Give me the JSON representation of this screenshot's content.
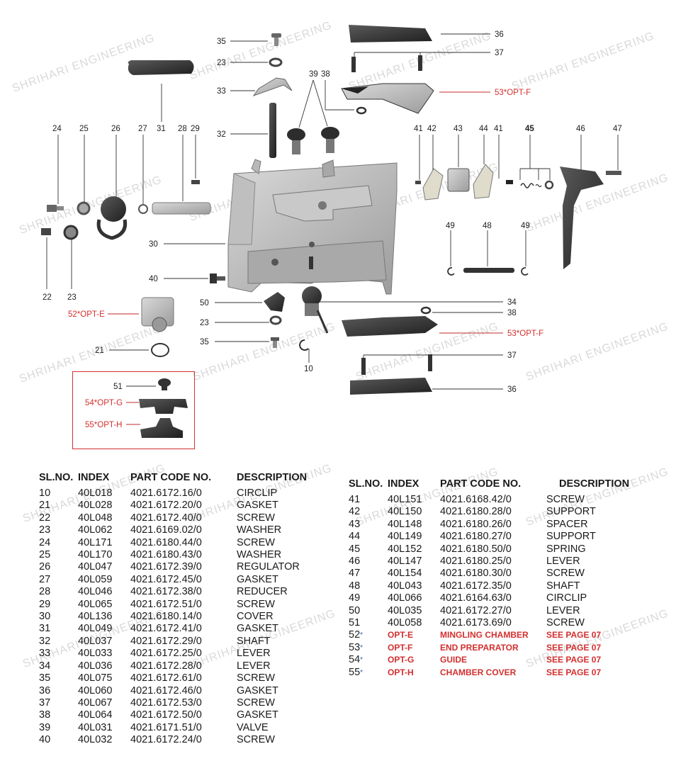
{
  "watermark": "SHRIHARI ENGINEERING",
  "colors": {
    "accent_red": "#d32f2f",
    "star_blue": "#1e63c8",
    "text": "#1a1a1a"
  },
  "callouts": {
    "n10": "10",
    "n21": "21",
    "n22": "22",
    "n23a": "23",
    "n23b": "23",
    "n23c": "23",
    "n24": "24",
    "n25": "25",
    "n26": "26",
    "n27": "27",
    "n28": "28",
    "n29": "29",
    "n30": "30",
    "n31": "31",
    "n32": "32",
    "n33": "33",
    "n34": "34",
    "n35a": "35",
    "n35b": "35",
    "n36a": "36",
    "n36b": "36",
    "n37a": "37",
    "n37b": "37",
    "n38a": "38",
    "n38b": "38",
    "n39": "39",
    "n40": "40",
    "n41a": "41",
    "n41b": "41",
    "n42": "42",
    "n43": "43",
    "n44": "44",
    "n45": "45",
    "n46": "46",
    "n47": "47",
    "n48": "48",
    "n49a": "49",
    "n49b": "49",
    "n50": "50",
    "n51": "51",
    "opt_e": "52*OPT-E",
    "opt_f_top": "53*OPT-F",
    "opt_f_bottom": "53*OPT-F",
    "opt_g": "54*OPT-G",
    "opt_h": "55*OPT-H"
  },
  "table_headers": {
    "slno": "SL.NO.",
    "index": "INDEX",
    "code": "PART CODE NO.",
    "desc": "DESCRIPTION"
  },
  "left_rows": [
    {
      "sl": "10",
      "index": "40L018",
      "code": "4021.6172.16/0",
      "desc": "CIRCLIP"
    },
    {
      "sl": "21",
      "index": "40L028",
      "code": "4021.6172.20/0",
      "desc": "GASKET"
    },
    {
      "sl": "22",
      "index": "40L048",
      "code": "4021.6172.40/0",
      "desc": "SCREW"
    },
    {
      "sl": "23",
      "index": "40L062",
      "code": "4021.6169.02/0",
      "desc": "WASHER"
    },
    {
      "sl": "24",
      "index": "40L171",
      "code": "4021.6180.44/0",
      "desc": "SCREW"
    },
    {
      "sl": "25",
      "index": "40L170",
      "code": "4021.6180.43/0",
      "desc": "WASHER"
    },
    {
      "sl": "26",
      "index": "40L047",
      "code": "4021.6172.39/0",
      "desc": "REGULATOR"
    },
    {
      "sl": "27",
      "index": "40L059",
      "code": "4021.6172.45/0",
      "desc": "GASKET"
    },
    {
      "sl": "28",
      "index": "40L046",
      "code": "4021.6172.38/0",
      "desc": "REDUCER"
    },
    {
      "sl": "29",
      "index": "40L065",
      "code": "4021.6172.51/0",
      "desc": "SCREW"
    },
    {
      "sl": "30",
      "index": "40L136",
      "code": "4021.6180.14/0",
      "desc": "COVER"
    },
    {
      "sl": "31",
      "index": "40L049",
      "code": "4021.6172.41/0",
      "desc": "GASKET"
    },
    {
      "sl": "32",
      "index": "40L037",
      "code": "4021.6172.29/0",
      "desc": "SHAFT"
    },
    {
      "sl": "33",
      "index": "40L033",
      "code": "4021.6172.25/0",
      "desc": "LEVER"
    },
    {
      "sl": "34",
      "index": "40L036",
      "code": "4021.6172.28/0",
      "desc": "LEVER"
    },
    {
      "sl": "35",
      "index": "40L075",
      "code": "4021.6172.61/0",
      "desc": "SCREW"
    },
    {
      "sl": "36",
      "index": "40L060",
      "code": "4021.6172.46/0",
      "desc": "GASKET"
    },
    {
      "sl": "37",
      "index": "40L067",
      "code": "4021.6172.53/0",
      "desc": "SCREW"
    },
    {
      "sl": "38",
      "index": "40L064",
      "code": "4021.6172.50/0",
      "desc": "GASKET"
    },
    {
      "sl": "39",
      "index": "40L031",
      "code": "4021.6171.51/0",
      "desc": "VALVE"
    },
    {
      "sl": "40",
      "index": "40L032",
      "code": "4021.6172.24/0",
      "desc": "SCREW"
    }
  ],
  "right_rows": [
    {
      "sl": "41",
      "index": "40L151",
      "code": "4021.6168.42/0",
      "desc": "SCREW"
    },
    {
      "sl": "42",
      "index": "40L150",
      "code": "4021.6180.28/0",
      "desc": "SUPPORT"
    },
    {
      "sl": "43",
      "index": "40L148",
      "code": "4021.6180.26/0",
      "desc": "SPACER"
    },
    {
      "sl": "44",
      "index": "40L149",
      "code": "4021.6180.27/0",
      "desc": "SUPPORT"
    },
    {
      "sl": "45",
      "index": "40L152",
      "code": "4021.6180.50/0",
      "desc": "SPRING"
    },
    {
      "sl": "46",
      "index": "40L147",
      "code": "4021.6180.25/0",
      "desc": "LEVER"
    },
    {
      "sl": "47",
      "index": "40L154",
      "code": "4021.6180.30/0",
      "desc": "SCREW"
    },
    {
      "sl": "48",
      "index": "40L043",
      "code": "4021.6172.35/0",
      "desc": "SHAFT"
    },
    {
      "sl": "49",
      "index": "40L066",
      "code": "4021.6164.63/0",
      "desc": "CIRCLIP"
    },
    {
      "sl": "50",
      "index": "40L035",
      "code": "4021.6172.27/0",
      "desc": "LEVER"
    },
    {
      "sl": "51",
      "index": "40L058",
      "code": "4021.6173.69/0",
      "desc": "SCREW"
    }
  ],
  "option_rows": [
    {
      "sl": "52",
      "star": "*",
      "index": "OPT-E",
      "code": "MINGLING CHAMBER",
      "desc": "SEE PAGE 07"
    },
    {
      "sl": "53",
      "star": "*",
      "index": "OPT-F",
      "code": "END PREPARATOR",
      "desc": "SEE PAGE 07"
    },
    {
      "sl": "54",
      "star": "*",
      "index": "OPT-G",
      "code": "GUIDE",
      "desc": "SEE PAGE 07"
    },
    {
      "sl": "55",
      "star": "*",
      "index": "OPT-H",
      "code": "CHAMBER COVER",
      "desc": "SEE PAGE 07"
    }
  ]
}
